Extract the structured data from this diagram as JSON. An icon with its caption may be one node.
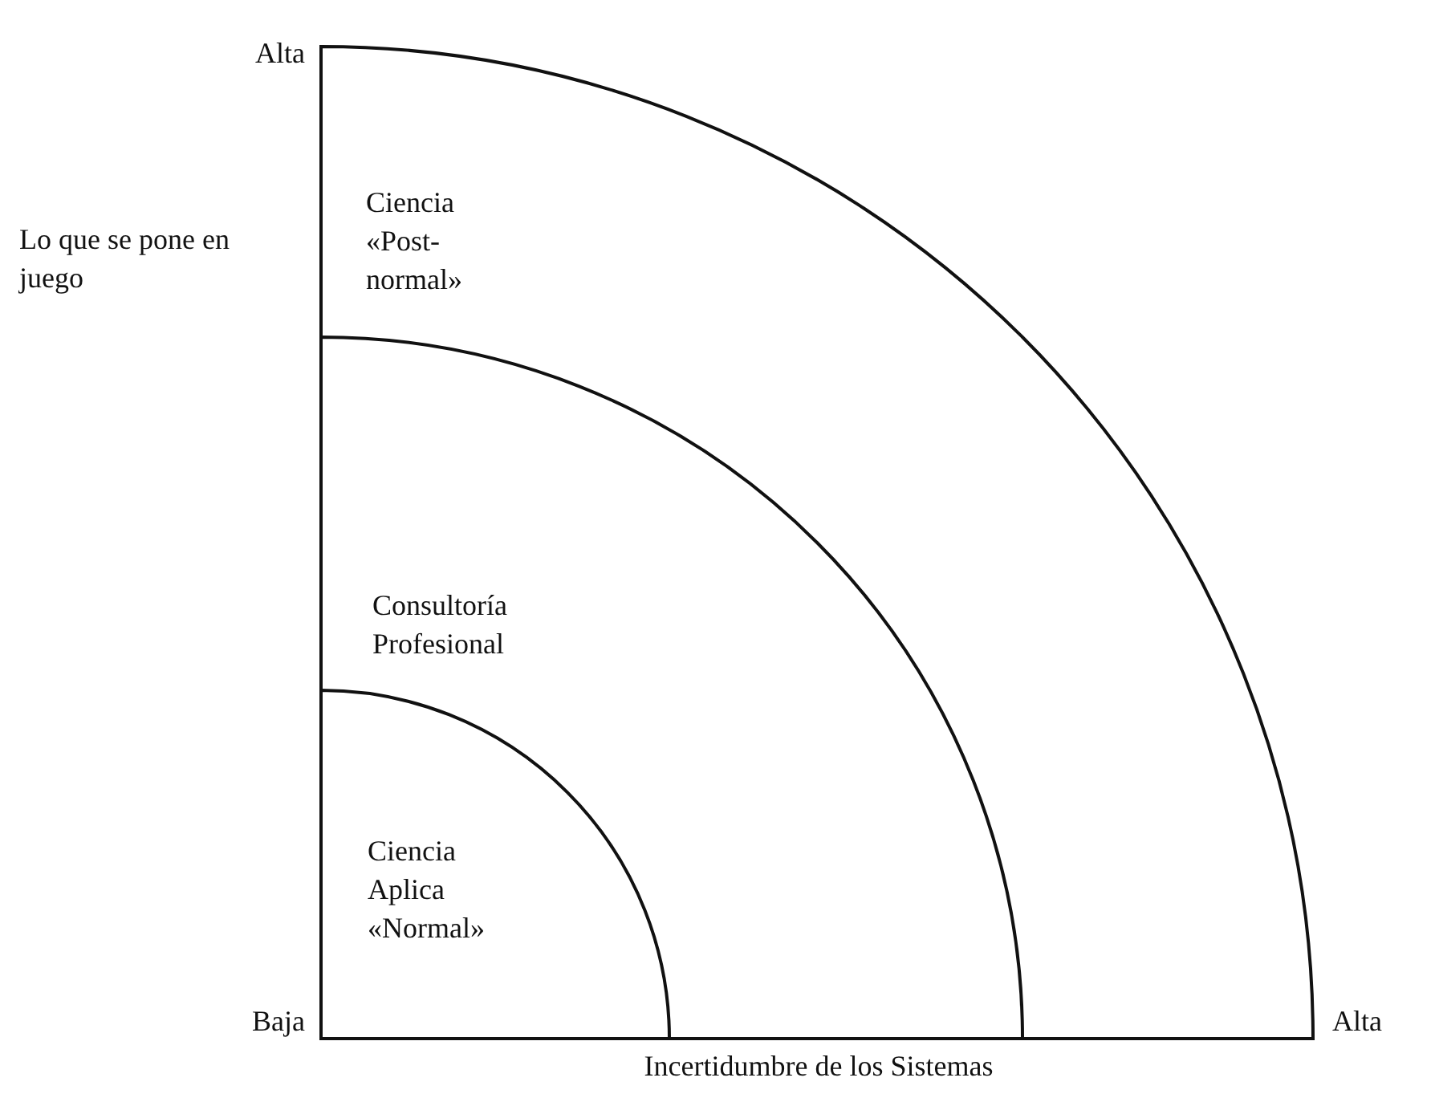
{
  "diagram": {
    "nodes": [
      {
        "text": [
          "Ciencia «Post-normal»"
        ]
      },
      {
        "text": [
          "Consultoría Profesional"
        ],
        "in": 0
      },
      {
        "text": [
          "Ciencia Aplica «Normal»"
        ],
        "in": 1
      }
    ],
    "labels": [
      "Alta",
      "Lo que se pone en juego",
      "Baja",
      "Alta",
      "Incertidumbre de los Sistemas"
    ]
  }
}
